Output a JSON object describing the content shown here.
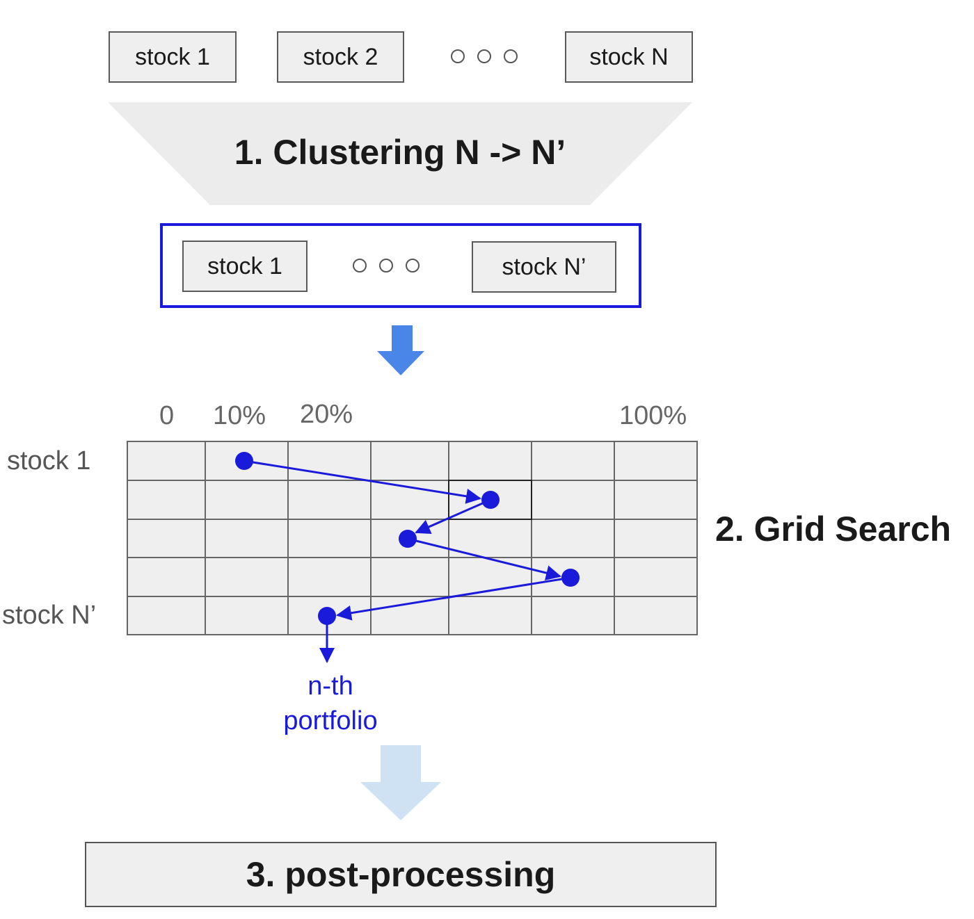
{
  "top_row": {
    "stocks": [
      "stock 1",
      "stock 2",
      "stock N"
    ]
  },
  "clustering": {
    "label": "1. Clustering N -> N’"
  },
  "clustered_row": {
    "stocks": [
      "stock 1",
      "stock N’"
    ]
  },
  "grid": {
    "column_labels": [
      "0",
      "10%",
      "20%",
      "100%"
    ],
    "row_labels": [
      "stock 1",
      "stock N’"
    ],
    "label": "2. Grid Search",
    "output_label_lines": [
      "n-th",
      "portfolio"
    ]
  },
  "post_processing": {
    "label": "3. post-processing"
  },
  "colors": {
    "path": "#1a1adb",
    "arrow_primary": "#4a86e8",
    "arrow_light": "#cfe2f3",
    "grid_fill": "#efefef",
    "grid_line": "#666666"
  }
}
